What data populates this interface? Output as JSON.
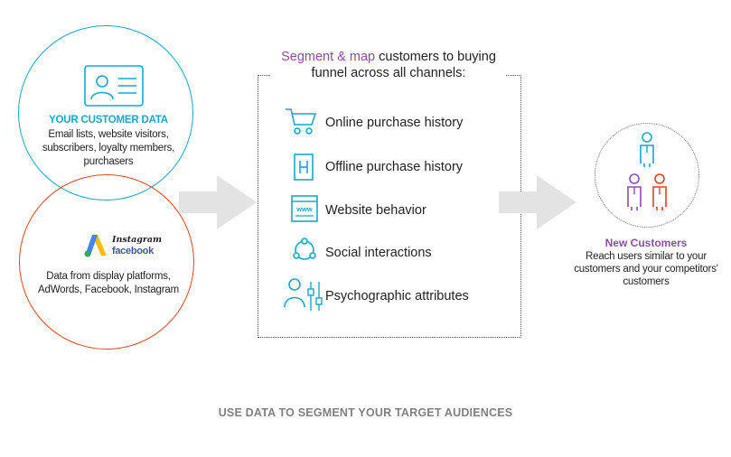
{
  "customer_data": {
    "title": "YOUR CUSTOMER DATA",
    "description": "Email lists, website visitors, subscribers, loyalty members, purchasers"
  },
  "platform_data": {
    "brand_top": "Instagram",
    "brand_bottom": "facebook",
    "description": "Data from display platforms, AdWords, Facebook, Instagram"
  },
  "segment": {
    "heading_highlight": "Segment & map",
    "heading_rest": "customers to buying funnel across all channels:",
    "items": [
      {
        "label": "Online purchase history",
        "icon": "shopping-cart-icon"
      },
      {
        "label": "Offline purchase history",
        "icon": "store-icon"
      },
      {
        "label": "Website behavior",
        "icon": "browser-www-icon"
      },
      {
        "label": "Social interactions",
        "icon": "social-network-icon"
      },
      {
        "label": "Psychographic attributes",
        "icon": "person-sliders-icon"
      }
    ]
  },
  "new_customers": {
    "title": "New Customers",
    "description": "Reach users similar to your customers and your competitors' customers"
  },
  "footer": "USE DATA TO SEGMENT YOUR TARGET AUDIENCES",
  "colors": {
    "teal": "#1aa6c9",
    "red": "#d9472b",
    "purple": "#8a4fa8",
    "arrow": "#e3e3e3"
  }
}
